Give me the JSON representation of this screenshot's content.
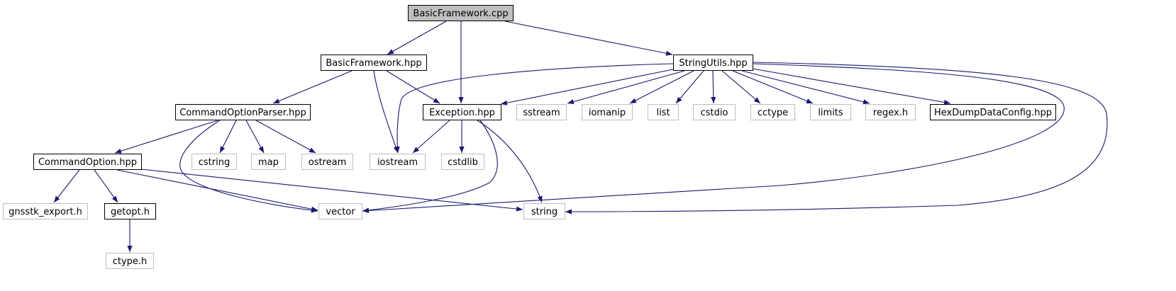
{
  "colors": {
    "edge": "#191970",
    "root_fill": "#bfbfbf",
    "documented_border": "#000000",
    "external_border": "#bfbfbf",
    "background": "#ffffff"
  },
  "nodes": {
    "basic_framework_cpp": {
      "label": "BasicFramework.cpp",
      "kind": "root"
    },
    "basic_framework_hpp": {
      "label": "BasicFramework.hpp",
      "kind": "documented"
    },
    "string_utils_hpp": {
      "label": "StringUtils.hpp",
      "kind": "documented"
    },
    "command_option_parser_hpp": {
      "label": "CommandOptionParser.hpp",
      "kind": "documented"
    },
    "exception_hpp": {
      "label": "Exception.hpp",
      "kind": "documented"
    },
    "sstream": {
      "label": "sstream",
      "kind": "external"
    },
    "iomanip": {
      "label": "iomanip",
      "kind": "external"
    },
    "list": {
      "label": "list",
      "kind": "external"
    },
    "cstdio": {
      "label": "cstdio",
      "kind": "external"
    },
    "cctype": {
      "label": "cctype",
      "kind": "external"
    },
    "limits": {
      "label": "limits",
      "kind": "external"
    },
    "regex_h": {
      "label": "regex.h",
      "kind": "external"
    },
    "hex_dump_data_config_hpp": {
      "label": "HexDumpDataConfig.hpp",
      "kind": "documented"
    },
    "command_option_hpp": {
      "label": "CommandOption.hpp",
      "kind": "documented"
    },
    "cstring": {
      "label": "cstring",
      "kind": "external"
    },
    "map": {
      "label": "map",
      "kind": "external"
    },
    "ostream": {
      "label": "ostream",
      "kind": "external"
    },
    "iostream": {
      "label": "iostream",
      "kind": "external"
    },
    "cstdlib": {
      "label": "cstdlib",
      "kind": "external"
    },
    "gnsstk_export_h": {
      "label": "gnsstk_export.h",
      "kind": "external"
    },
    "getopt_h": {
      "label": "getopt.h",
      "kind": "documented"
    },
    "vector": {
      "label": "vector",
      "kind": "external"
    },
    "string": {
      "label": "string",
      "kind": "external"
    },
    "ctype_h": {
      "label": "ctype.h",
      "kind": "external"
    }
  },
  "edges": [
    [
      "basic_framework_cpp",
      "basic_framework_hpp"
    ],
    [
      "basic_framework_cpp",
      "exception_hpp"
    ],
    [
      "basic_framework_cpp",
      "string_utils_hpp"
    ],
    [
      "basic_framework_hpp",
      "command_option_parser_hpp"
    ],
    [
      "basic_framework_hpp",
      "exception_hpp"
    ],
    [
      "basic_framework_hpp",
      "iostream"
    ],
    [
      "string_utils_hpp",
      "exception_hpp"
    ],
    [
      "string_utils_hpp",
      "iostream"
    ],
    [
      "string_utils_hpp",
      "sstream"
    ],
    [
      "string_utils_hpp",
      "iomanip"
    ],
    [
      "string_utils_hpp",
      "list"
    ],
    [
      "string_utils_hpp",
      "cstdio"
    ],
    [
      "string_utils_hpp",
      "cctype"
    ],
    [
      "string_utils_hpp",
      "limits"
    ],
    [
      "string_utils_hpp",
      "regex_h"
    ],
    [
      "string_utils_hpp",
      "hex_dump_data_config_hpp"
    ],
    [
      "string_utils_hpp",
      "vector"
    ],
    [
      "string_utils_hpp",
      "string"
    ],
    [
      "command_option_parser_hpp",
      "command_option_hpp"
    ],
    [
      "command_option_parser_hpp",
      "cstring"
    ],
    [
      "command_option_parser_hpp",
      "map"
    ],
    [
      "command_option_parser_hpp",
      "ostream"
    ],
    [
      "command_option_parser_hpp",
      "vector"
    ],
    [
      "exception_hpp",
      "iostream"
    ],
    [
      "exception_hpp",
      "cstdlib"
    ],
    [
      "exception_hpp",
      "string"
    ],
    [
      "exception_hpp",
      "vector"
    ],
    [
      "command_option_hpp",
      "gnsstk_export_h"
    ],
    [
      "command_option_hpp",
      "getopt_h"
    ],
    [
      "command_option_hpp",
      "vector"
    ],
    [
      "command_option_hpp",
      "string"
    ],
    [
      "getopt_h",
      "ctype_h"
    ]
  ]
}
